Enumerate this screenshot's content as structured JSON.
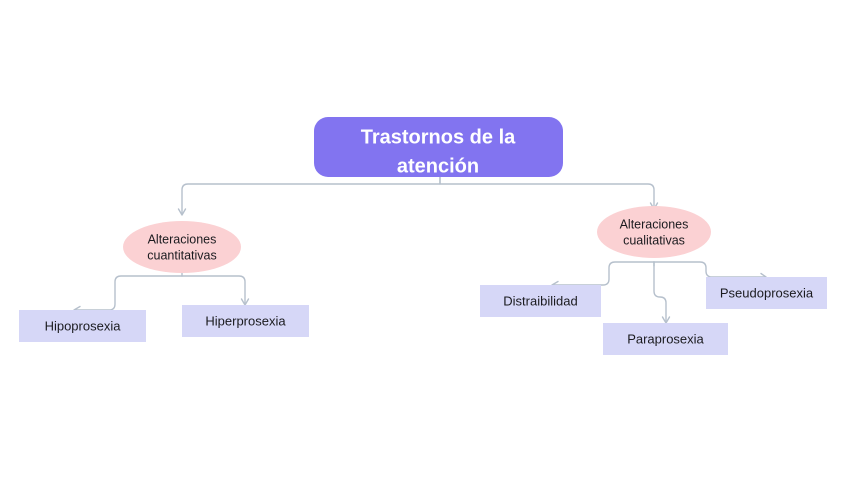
{
  "diagram": {
    "title_node": {
      "label_line1": "Trastornos de la",
      "label_line2": "atención",
      "fill": "#8274f0",
      "text_color": "#ffffff"
    },
    "branches": [
      {
        "name": "cuantitativas",
        "label_line1": "Alteraciones",
        "label_line2": "cuantitativas",
        "fill": "#fbd1d3",
        "children": [
          {
            "label": "Hipoprosexia",
            "fill": "#d6d7f7"
          },
          {
            "label": "Hiperprosexia",
            "fill": "#d6d7f7"
          }
        ]
      },
      {
        "name": "cualitativas",
        "label_line1": "Alteraciones",
        "label_line2": "cualitativas",
        "fill": "#fbd1d3",
        "children": [
          {
            "label": "Distraibilidad",
            "fill": "#d6d7f7"
          },
          {
            "label": "Paraprosexia",
            "fill": "#d6d7f7"
          },
          {
            "label": "Pseudoprosexia",
            "fill": "#d6d7f7"
          }
        ]
      }
    ],
    "connector_color": "#b6c0cc",
    "background": "#ffffff"
  }
}
